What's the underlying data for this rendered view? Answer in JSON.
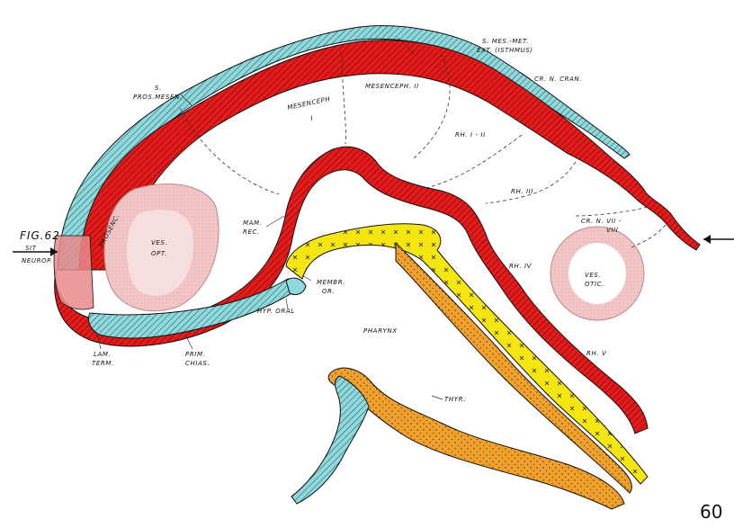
{
  "colors": {
    "neural_wall": "#e31b1b",
    "ectoderm": "#8fd8dc",
    "endoderm_yellow": "#f5e510",
    "mesoderm_orange": "#f0a02c",
    "vesicle_pink": "#f2c6c6",
    "outline": "#111111"
  },
  "labels": {
    "fig": "FIG.62",
    "sit": "SIT",
    "neurop": "NEUROP.",
    "s_pros_mesen_1": "S.",
    "s_pros_mesen_2": "PROS.MESEN.",
    "mesenceph_1a": "MESENCEPH",
    "mesenceph_1b": "I",
    "mesenceph_2": "MESENCEPH. II",
    "s_mes_met_1": "S. MES.-MET.",
    "s_mes_met_2": "EXT. (ISTHMUS)",
    "cr_n_cran": "CR. N. CRAN.",
    "rh_1_2": "RH. I - II",
    "rh_3": "RH. III",
    "cr_n_78_a": "CR. N. VII -",
    "cr_n_78_b": "VIII",
    "prosenc": "PROSENC.",
    "ves_opt_1": "VES.",
    "ves_opt_2": "OPT.",
    "mam_rec_1": "MAM.",
    "mam_rec_2": "REC.",
    "membr_or_1": "MEMBR.",
    "membr_or_2": "OR.",
    "hyp_oral": "HYP. ORAL",
    "rh_4": "RH. IV",
    "ves_otic_1": "VES.",
    "ves_otic_2": "OTIC.",
    "pharynx": "PHARYNX",
    "rh_5": "RH. V",
    "lam_term_1": "LAM.",
    "lam_term_2": "TERM.",
    "prim_chias_1": "PRIM.",
    "prim_chias_2": "CHIAS.",
    "thyr": "THYR."
  },
  "page_number": "60"
}
